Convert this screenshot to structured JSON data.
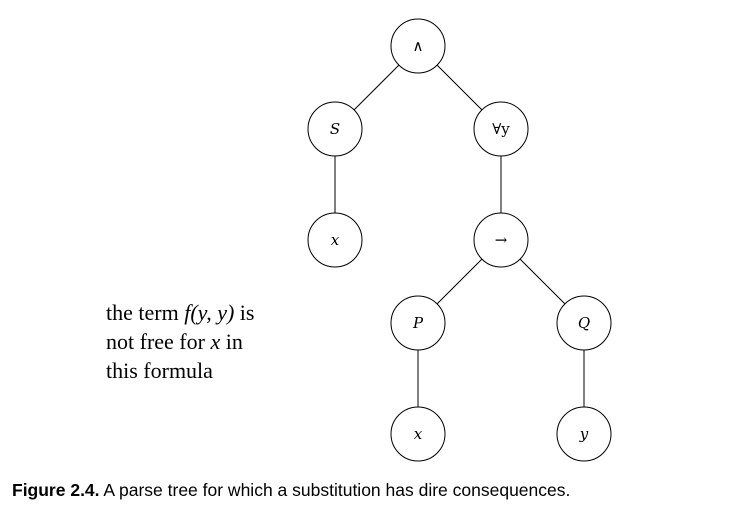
{
  "diagram": {
    "nodes": [
      {
        "id": "and",
        "label": "∧",
        "italic": false
      },
      {
        "id": "S",
        "label": "S",
        "italic": true
      },
      {
        "id": "forall",
        "label": "∀y",
        "italic": false
      },
      {
        "id": "x1",
        "label": "x",
        "italic": true
      },
      {
        "id": "implies",
        "label": "→",
        "italic": false
      },
      {
        "id": "P",
        "label": "P",
        "italic": true
      },
      {
        "id": "Q",
        "label": "Q",
        "italic": true
      },
      {
        "id": "x2",
        "label": "x",
        "italic": true
      },
      {
        "id": "y",
        "label": "y",
        "italic": true
      }
    ],
    "edges": [
      [
        "and",
        "S"
      ],
      [
        "and",
        "forall"
      ],
      [
        "S",
        "x1"
      ],
      [
        "forall",
        "implies"
      ],
      [
        "implies",
        "P"
      ],
      [
        "implies",
        "Q"
      ],
      [
        "P",
        "x2"
      ],
      [
        "Q",
        "y"
      ]
    ]
  },
  "annotation": {
    "line1_prefix": "the term ",
    "line1_math": "f(y, y)",
    "line1_suffix": " is",
    "line2_prefix": "not free for ",
    "line2_math": "x",
    "line2_suffix": " in",
    "line3": "this formula"
  },
  "caption": {
    "label": "Figure 2.4.",
    "text": " A parse tree for which a substitution has dire consequences."
  }
}
